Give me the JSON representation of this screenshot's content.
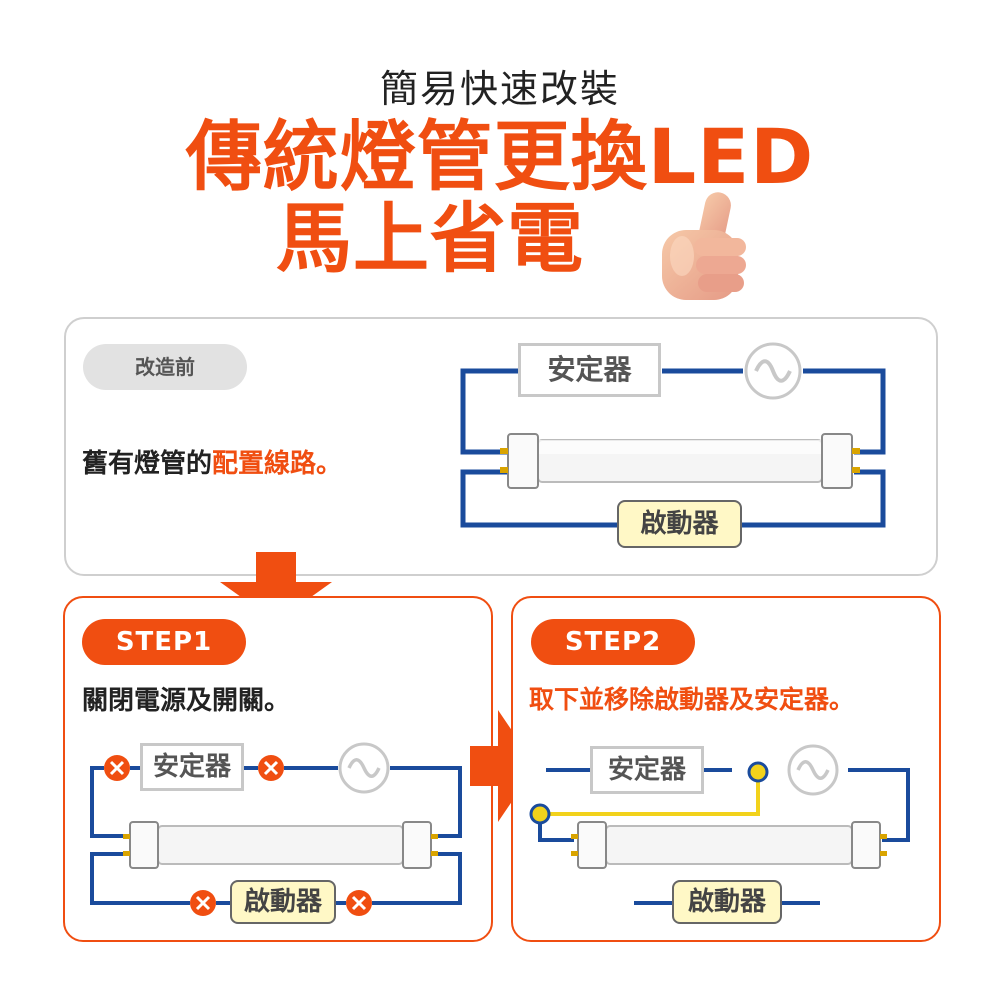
{
  "header": {
    "subtitle": "簡易快速改裝",
    "title_line1": "傳統燈管更換LED",
    "title_line2": "馬上省電"
  },
  "before": {
    "badge": "改造前",
    "text_plain": "舊有燈管的",
    "text_highlight": "配置線路。",
    "ballast_label": "安定器",
    "starter_label": "啟動器"
  },
  "step1": {
    "badge": "STEP1",
    "text": "關閉電源及開關。",
    "ballast_label": "安定器",
    "starter_label": "啟動器"
  },
  "step2": {
    "badge": "STEP2",
    "text": "取下並移除啟動器及安定器。",
    "ballast_label": "安定器",
    "starter_label": "啟動器"
  },
  "colors": {
    "accent": "#f04e11",
    "wire_blue": "#1a4b9c",
    "wire_yellow": "#f2d21b",
    "starter_fill": "#fff8c6"
  }
}
